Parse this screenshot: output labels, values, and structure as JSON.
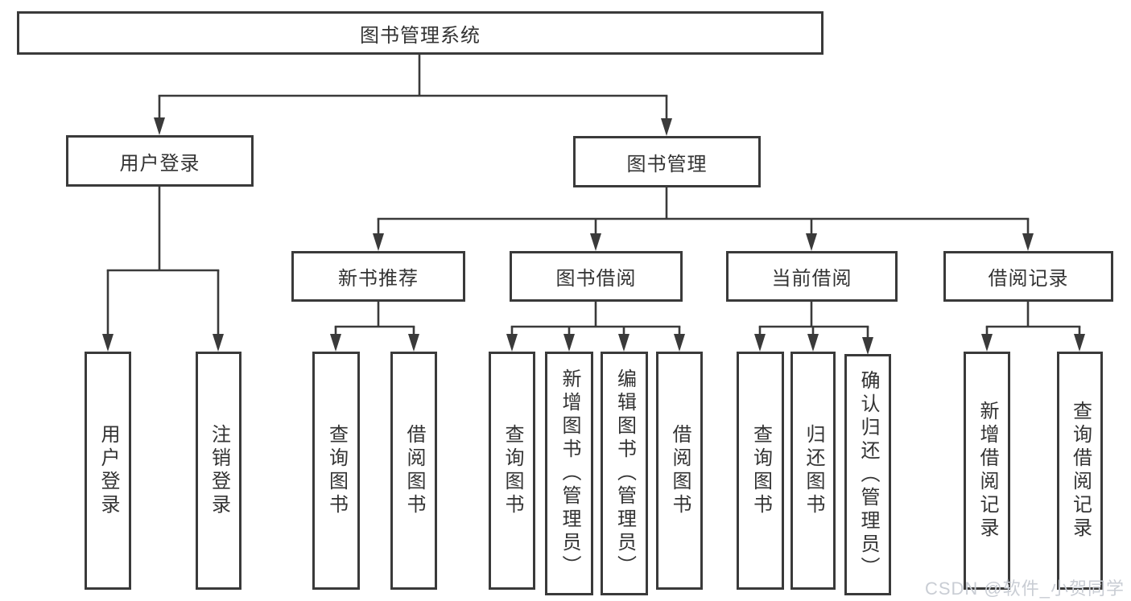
{
  "colors": {
    "line": "#3a3a3a",
    "box_border": "#3a3a3a",
    "text": "#333333",
    "watermark_text": "#c9cdd4",
    "background": "#ffffff"
  },
  "diagram": {
    "root": {
      "label": "图书管理系统"
    },
    "level2": {
      "user_login": {
        "label": "用户登录"
      },
      "book_management": {
        "label": "图书管理"
      }
    },
    "level3": {
      "new_book_recommend": {
        "label": "新书推荐"
      },
      "book_borrow": {
        "label": "图书借阅"
      },
      "current_borrow": {
        "label": "当前借阅"
      },
      "borrow_records": {
        "label": "借阅记录"
      }
    },
    "leaves": {
      "user_login_action": {
        "label": "用户登录"
      },
      "logout_action": {
        "label": "注销登录"
      },
      "nbr_query_books": {
        "label": "查询图书"
      },
      "nbr_borrow_books": {
        "label": "借阅图书"
      },
      "bb_query_books": {
        "label": "查询图书"
      },
      "bb_add_books": {
        "label": "新增图书（管理员）"
      },
      "bb_edit_books": {
        "label": "编辑图书（管理员）"
      },
      "bb_borrow_books": {
        "label": "借阅图书"
      },
      "cb_query_books": {
        "label": "查询图书"
      },
      "cb_return_books": {
        "label": "归还图书"
      },
      "cb_confirm_return": {
        "label": "确认归还（管理员）"
      },
      "br_add_record": {
        "label": "新增借阅记录"
      },
      "br_query_record": {
        "label": "查询借阅记录"
      }
    }
  },
  "watermark": {
    "text": "CSDN @软件_小贺同学"
  }
}
